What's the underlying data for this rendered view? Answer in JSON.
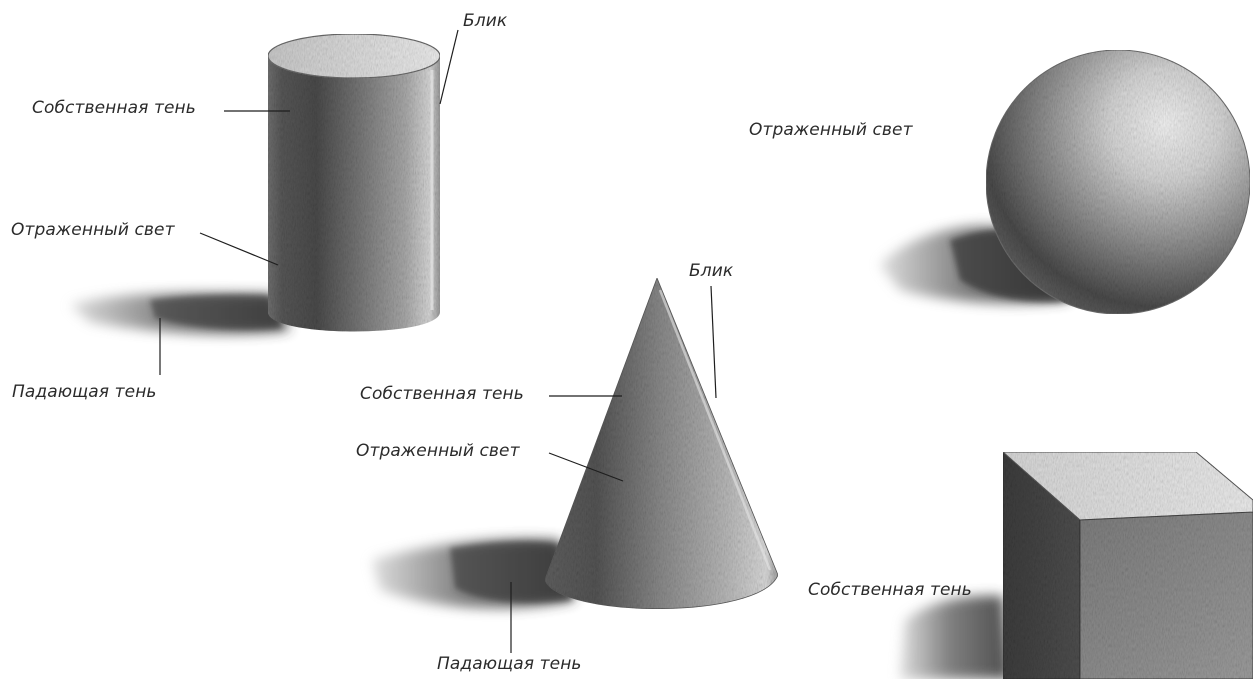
{
  "cylinder": {
    "highlight": "Блик",
    "own_shadow": "Собственная тень",
    "reflected_light": "Отраженный свет",
    "cast_shadow": "Падающая тень"
  },
  "cone": {
    "highlight": "Блик",
    "own_shadow": "Собственная тень",
    "reflected_light": "Отраженный свет",
    "cast_shadow": "Падающая тень"
  },
  "sphere": {
    "reflected_light": "Отраженный свет"
  },
  "cube": {
    "own_shadow": "Собственная тень"
  }
}
